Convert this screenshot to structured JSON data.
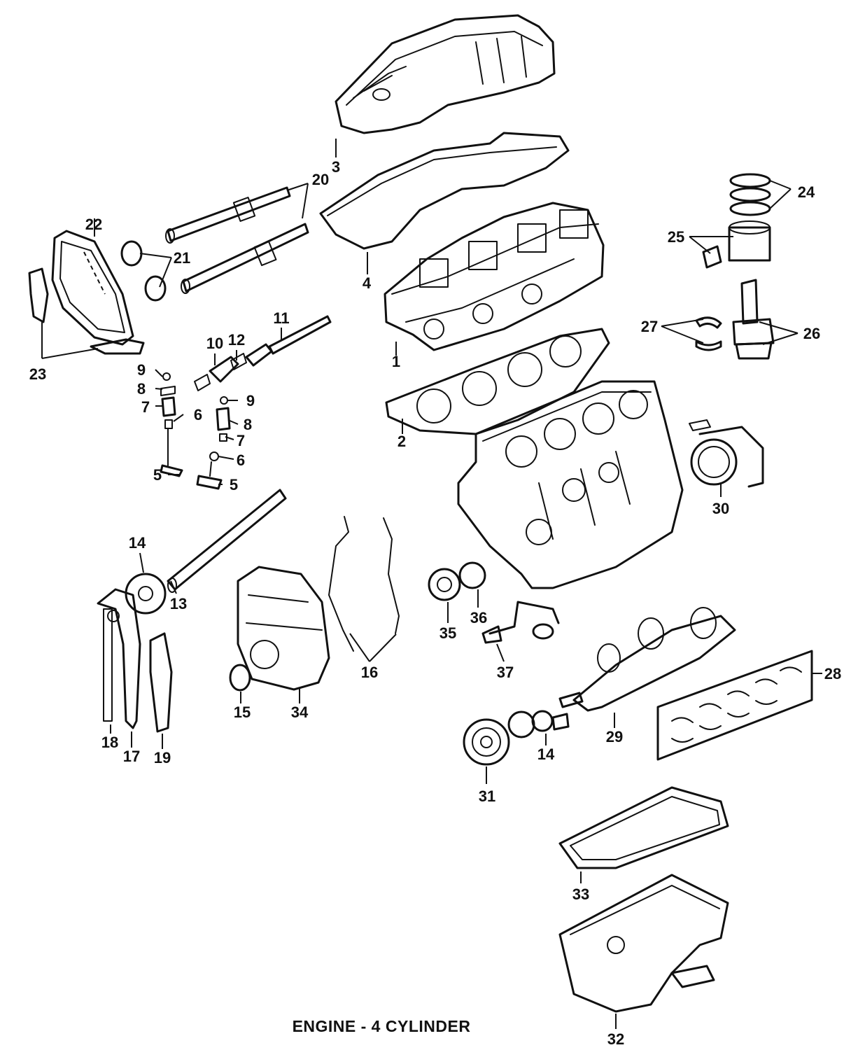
{
  "caption": "ENGINE - 4 CYLINDER",
  "callouts": {
    "c1": "1",
    "c2": "2",
    "c3": "3",
    "c4": "4",
    "c5a": "5",
    "c5b": "5",
    "c6a": "6",
    "c6b": "6",
    "c7a": "7",
    "c7b": "7",
    "c8a": "8",
    "c8b": "8",
    "c9a": "9",
    "c9b": "9",
    "c10": "10",
    "c11": "11",
    "c12": "12",
    "c13": "13",
    "c14a": "14",
    "c14b": "14",
    "c15": "15",
    "c16": "16",
    "c17": "17",
    "c18": "18",
    "c19": "19",
    "c20": "20",
    "c21": "21",
    "c22": "22",
    "c23": "23",
    "c24": "24",
    "c25": "25",
    "c26": "26",
    "c27": "27",
    "c28": "28",
    "c29": "29",
    "c30": "30",
    "c31": "31",
    "c32": "32",
    "c33": "33",
    "c34": "34",
    "c35": "35",
    "c36": "36",
    "c37": "37"
  }
}
